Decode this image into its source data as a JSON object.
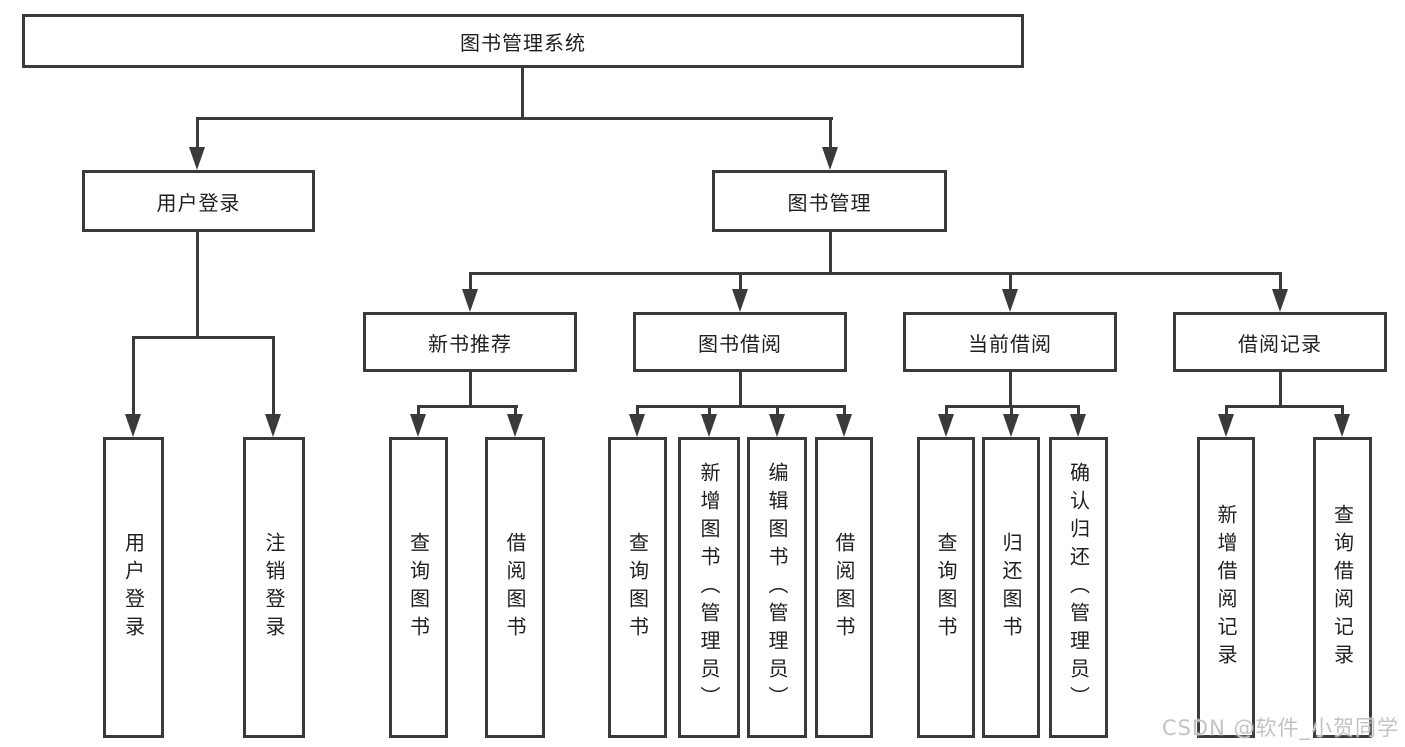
{
  "tree": {
    "label": "图书管理系统",
    "children": [
      {
        "label": "用户登录",
        "children": [
          {
            "label": "用户登录"
          },
          {
            "label": "注销登录"
          }
        ]
      },
      {
        "label": "图书管理",
        "children": [
          {
            "label": "新书推荐",
            "children": [
              {
                "label": "查询图书"
              },
              {
                "label": "借阅图书"
              }
            ]
          },
          {
            "label": "图书借阅",
            "children": [
              {
                "label": "查询图书"
              },
              {
                "label": "新增图书（管理员）"
              },
              {
                "label": "编辑图书（管理员）"
              },
              {
                "label": "借阅图书"
              }
            ]
          },
          {
            "label": "当前借阅",
            "children": [
              {
                "label": "查询图书"
              },
              {
                "label": "归还图书"
              },
              {
                "label": "确认归还（管理员）"
              }
            ]
          },
          {
            "label": "借阅记录",
            "children": [
              {
                "label": "新增借阅记录"
              },
              {
                "label": "查询借阅记录"
              }
            ]
          }
        ]
      }
    ]
  },
  "watermark": "CSDN @软件_小贺同学",
  "colors": {
    "line": "#3a3a3a",
    "text": "#1f1f1f",
    "background": "#ffffff",
    "watermark": "#c3c3c3"
  }
}
